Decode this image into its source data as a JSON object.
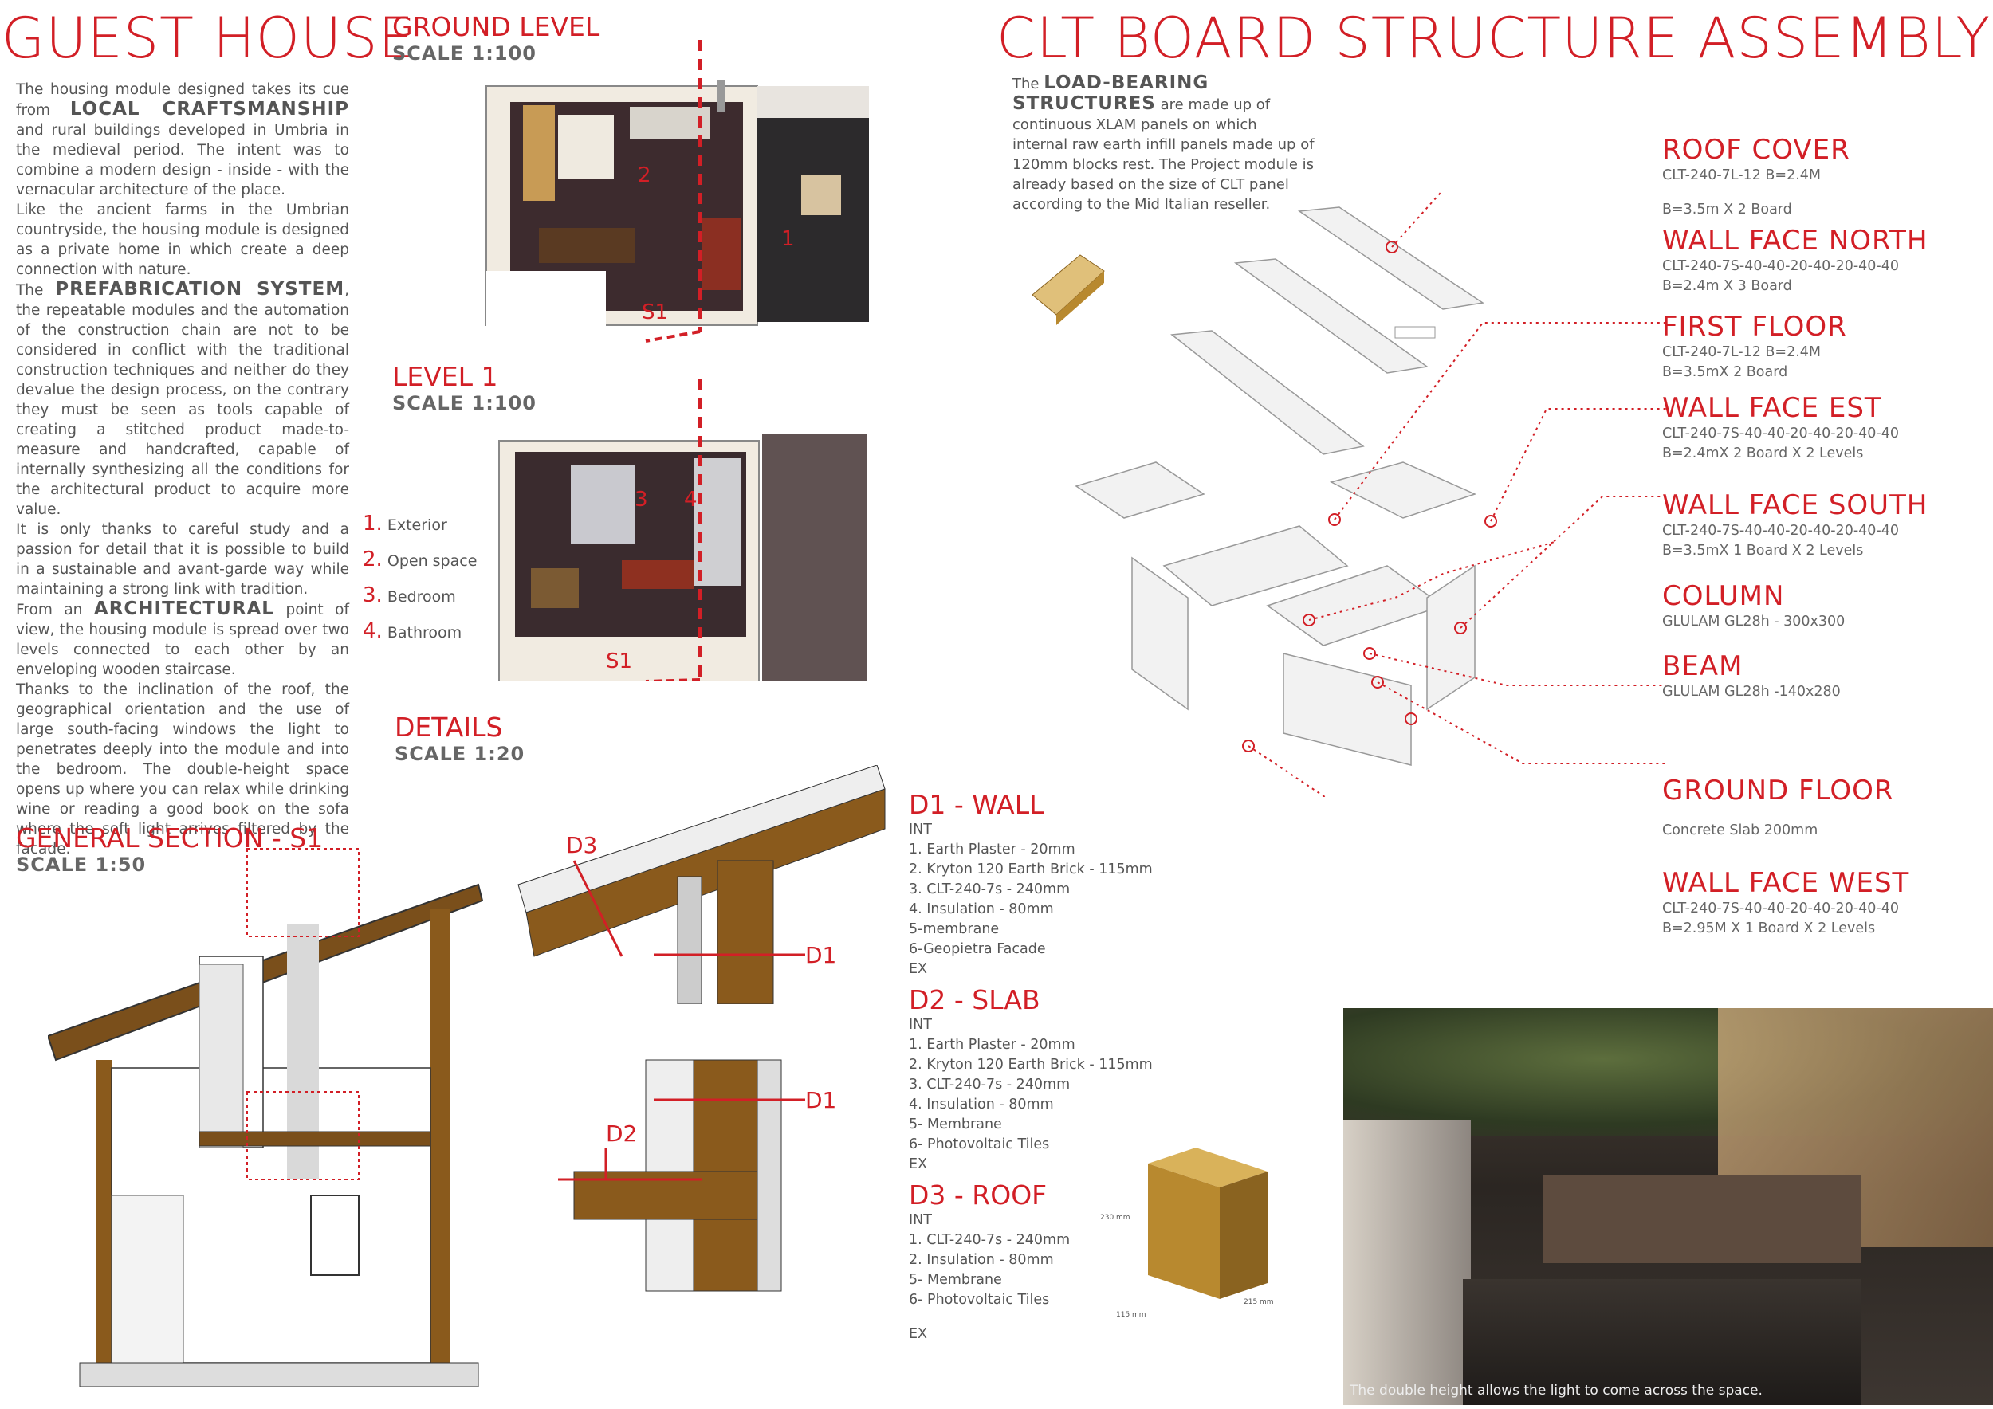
{
  "title": "GUEST HOUSE",
  "ground": {
    "title": "GROUND LEVEL",
    "scale": "SCALE 1:100",
    "room2": "2",
    "room1": "1",
    "section": "S1"
  },
  "level1": {
    "title": "LEVEL 1",
    "scale": "SCALE 1:100",
    "room3": "3",
    "room4": "4",
    "section": "S1"
  },
  "details": {
    "title": "DETAILS",
    "scale": "SCALE 1:20"
  },
  "section_general": {
    "title": "GENERAL SECTION - S1",
    "scale": "SCALE 1:50"
  },
  "intro": {
    "p1_start": "The housing module designed takes its cue from",
    "p1_bold": "LOCAL CRAFTSMANSHIP",
    "p1_end": "and rural buildings developed in Umbria in the medieval period. The intent was to combine a modern design - inside - with the vernacular architecture of the place.",
    "p2": "Like the ancient farms in the Umbrian countryside, the housing module is designed as a private home in which create a deep connection with nature.",
    "p3_start": "The",
    "p3_bold": "PREFABRICATION SYSTEM",
    "p3_end": ", the repeatable modules and the automation of the construction chain are not to be considered in conflict with the traditional construction techniques and neither do they devalue the design process, on the contrary they must be seen as tools capable of creating a stitched product made-to-measure and handcrafted, capable of internally synthesizing all the conditions for the architectural product to acquire more value.",
    "p4": "It is only thanks to careful study and a passion for detail that it is possible to build in a sustainable and avant-garde way while maintaining a strong link with tradition.",
    "p5_start": "From an",
    "p5_bold": "ARCHITECTURAL",
    "p5_end": "point of view, the housing module is spread over two levels connected to each other by an enveloping wooden staircase.",
    "p6": "Thanks to the inclination of the roof, the geographical orientation and the use of large south-facing windows the light to penetrates deeply into the module and into the bedroom. The double-height space opens up where you can relax while drinking wine or reading a good book on the sofa where the soft light arrives filtered by the facade."
  },
  "legend": [
    {
      "n": "1.",
      "label": "Exterior"
    },
    {
      "n": "2.",
      "label": "Open space"
    },
    {
      "n": "3.",
      "label": "Bedroom"
    },
    {
      "n": "4.",
      "label": "Bathroom"
    }
  ],
  "d1": {
    "title": "D1 - WALL",
    "items": [
      "INT",
      "1. Earth Plaster - 20mm",
      "2. Kryton 120 Earth Brick - 115mm",
      "3. CLT-240-7s - 240mm",
      "4. Insulation - 80mm",
      "5-membrane",
      "6-Geopietra Facade",
      "EX"
    ]
  },
  "d2": {
    "title": "D2 - SLAB",
    "items": [
      "INT",
      "1. Earth Plaster - 20mm",
      "2. Kryton 120 Earth Brick - 115mm",
      "3. CLT-240-7s - 240mm",
      "4. Insulation - 80mm",
      "5- Membrane",
      "6- Photovoltaic Tiles",
      "EX"
    ]
  },
  "d3": {
    "title": "D3 - ROOF",
    "items": [
      "INT",
      "1. CLT-240-7s - 240mm",
      "2. Insulation - 80mm",
      "5- Membrane",
      "6- Photovoltaic Tiles",
      "",
      "EX"
    ]
  },
  "detail_tags": {
    "d1a": "D1",
    "d1b": "D1",
    "d2": "D2",
    "d3": "D3"
  },
  "brick": {
    "h": "230 mm",
    "w1": "115 mm",
    "w2": "215 mm"
  },
  "clt": {
    "title": "CLT BOARD STRUCTURE ASSEMBLY",
    "intro_start": "The",
    "intro_bold": "LOAD-BEARING STRUCTURES",
    "intro_end": "are made up of continuous XLAM panels on which internal raw earth infill panels made up of 120mm blocks rest. The Project module is already based on the size of CLT panel according to the Mid Italian reseller."
  },
  "components": [
    {
      "title": "ROOF COVER",
      "spec1": "CLT-240-7L-12 B=2.4M",
      "spec2": "",
      "spec3": "B=3.5m X 2 Board"
    },
    {
      "title": "WALL FACE NORTH",
      "spec1": "CLT-240-7S-40-40-20-40-20-40-40",
      "spec2": "B=2.4m X 3 Board",
      "spec3": ""
    },
    {
      "title": "FIRST FLOOR",
      "spec1": "CLT-240-7L-12 B=2.4M",
      "spec2": "B=3.5mX 2 Board",
      "spec3": ""
    },
    {
      "title": "WALL FACE EST",
      "spec1": "CLT-240-7S-40-40-20-40-20-40-40",
      "spec2": "B=2.4mX 2 Board X 2 Levels",
      "spec3": ""
    },
    {
      "title": "WALL FACE SOUTH",
      "spec1": "CLT-240-7S-40-40-20-40-20-40-40",
      "spec2": "B=3.5mX 1 Board X 2 Levels",
      "spec3": ""
    },
    {
      "title": "COLUMN",
      "spec1": "GLULAM GL28h - 300x300",
      "spec2": "",
      "spec3": ""
    },
    {
      "title": "BEAM",
      "spec1": "GLULAM GL28h -140x280",
      "spec2": "",
      "spec3": ""
    },
    {
      "title": "GROUND FLOOR",
      "spec1": "",
      "spec2": "Concrete Slab 200mm",
      "spec3": ""
    },
    {
      "title": "WALL FACE WEST",
      "spec1": "CLT-240-7S-40-40-20-40-20-40-40",
      "spec2": "B=2.95M X 1 Board X 2 Levels",
      "spec3": ""
    }
  ],
  "render_caption": "The double height allows the light to come across the space.",
  "colors": {
    "accent": "#d21f26",
    "wood": "#8a5a1c",
    "dark_floor": "#3a2a2a"
  }
}
